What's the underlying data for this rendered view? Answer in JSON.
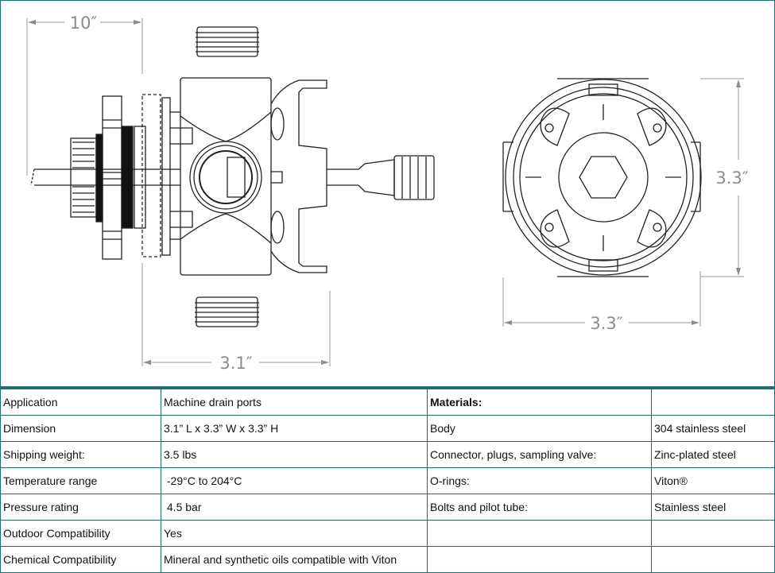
{
  "drawing": {
    "dim_length_cable": "10″",
    "dim_length_body": "3.1″",
    "dim_height": "3.3″",
    "dim_width": "3.3″"
  },
  "specs": [
    {
      "label": "Application",
      "value": "Machine drain ports",
      "mat_label": "Materials:",
      "mat_value": ""
    },
    {
      "label": "Dimension",
      "value": "3.1” L x 3.3” W x 3.3” H",
      "mat_label": "Body",
      "mat_value": "304 stainless steel"
    },
    {
      "label": "Shipping weight:",
      "value": "3.5 lbs",
      "mat_label": "Connector, plugs, sampling valve:",
      "mat_value": "Zinc-plated steel"
    },
    {
      "label": "Temperature range",
      "value": " -29°C to 204°C",
      "mat_label": "O-rings:",
      "mat_value": "Viton®"
    },
    {
      "label": "Pressure rating",
      "value": " 4.5 bar",
      "mat_label": "Bolts and pilot tube:",
      "mat_value": "Stainless steel"
    },
    {
      "label": "Outdoor Compatibility",
      "value": "Yes",
      "mat_label": "",
      "mat_value": ""
    },
    {
      "label": "Chemical Compatibility",
      "value": "Mineral and synthetic oils compatible with Viton",
      "mat_label": "",
      "mat_value": ""
    }
  ],
  "colors": {
    "border": "#1d6f72",
    "dimension": "#8c8c8c"
  }
}
